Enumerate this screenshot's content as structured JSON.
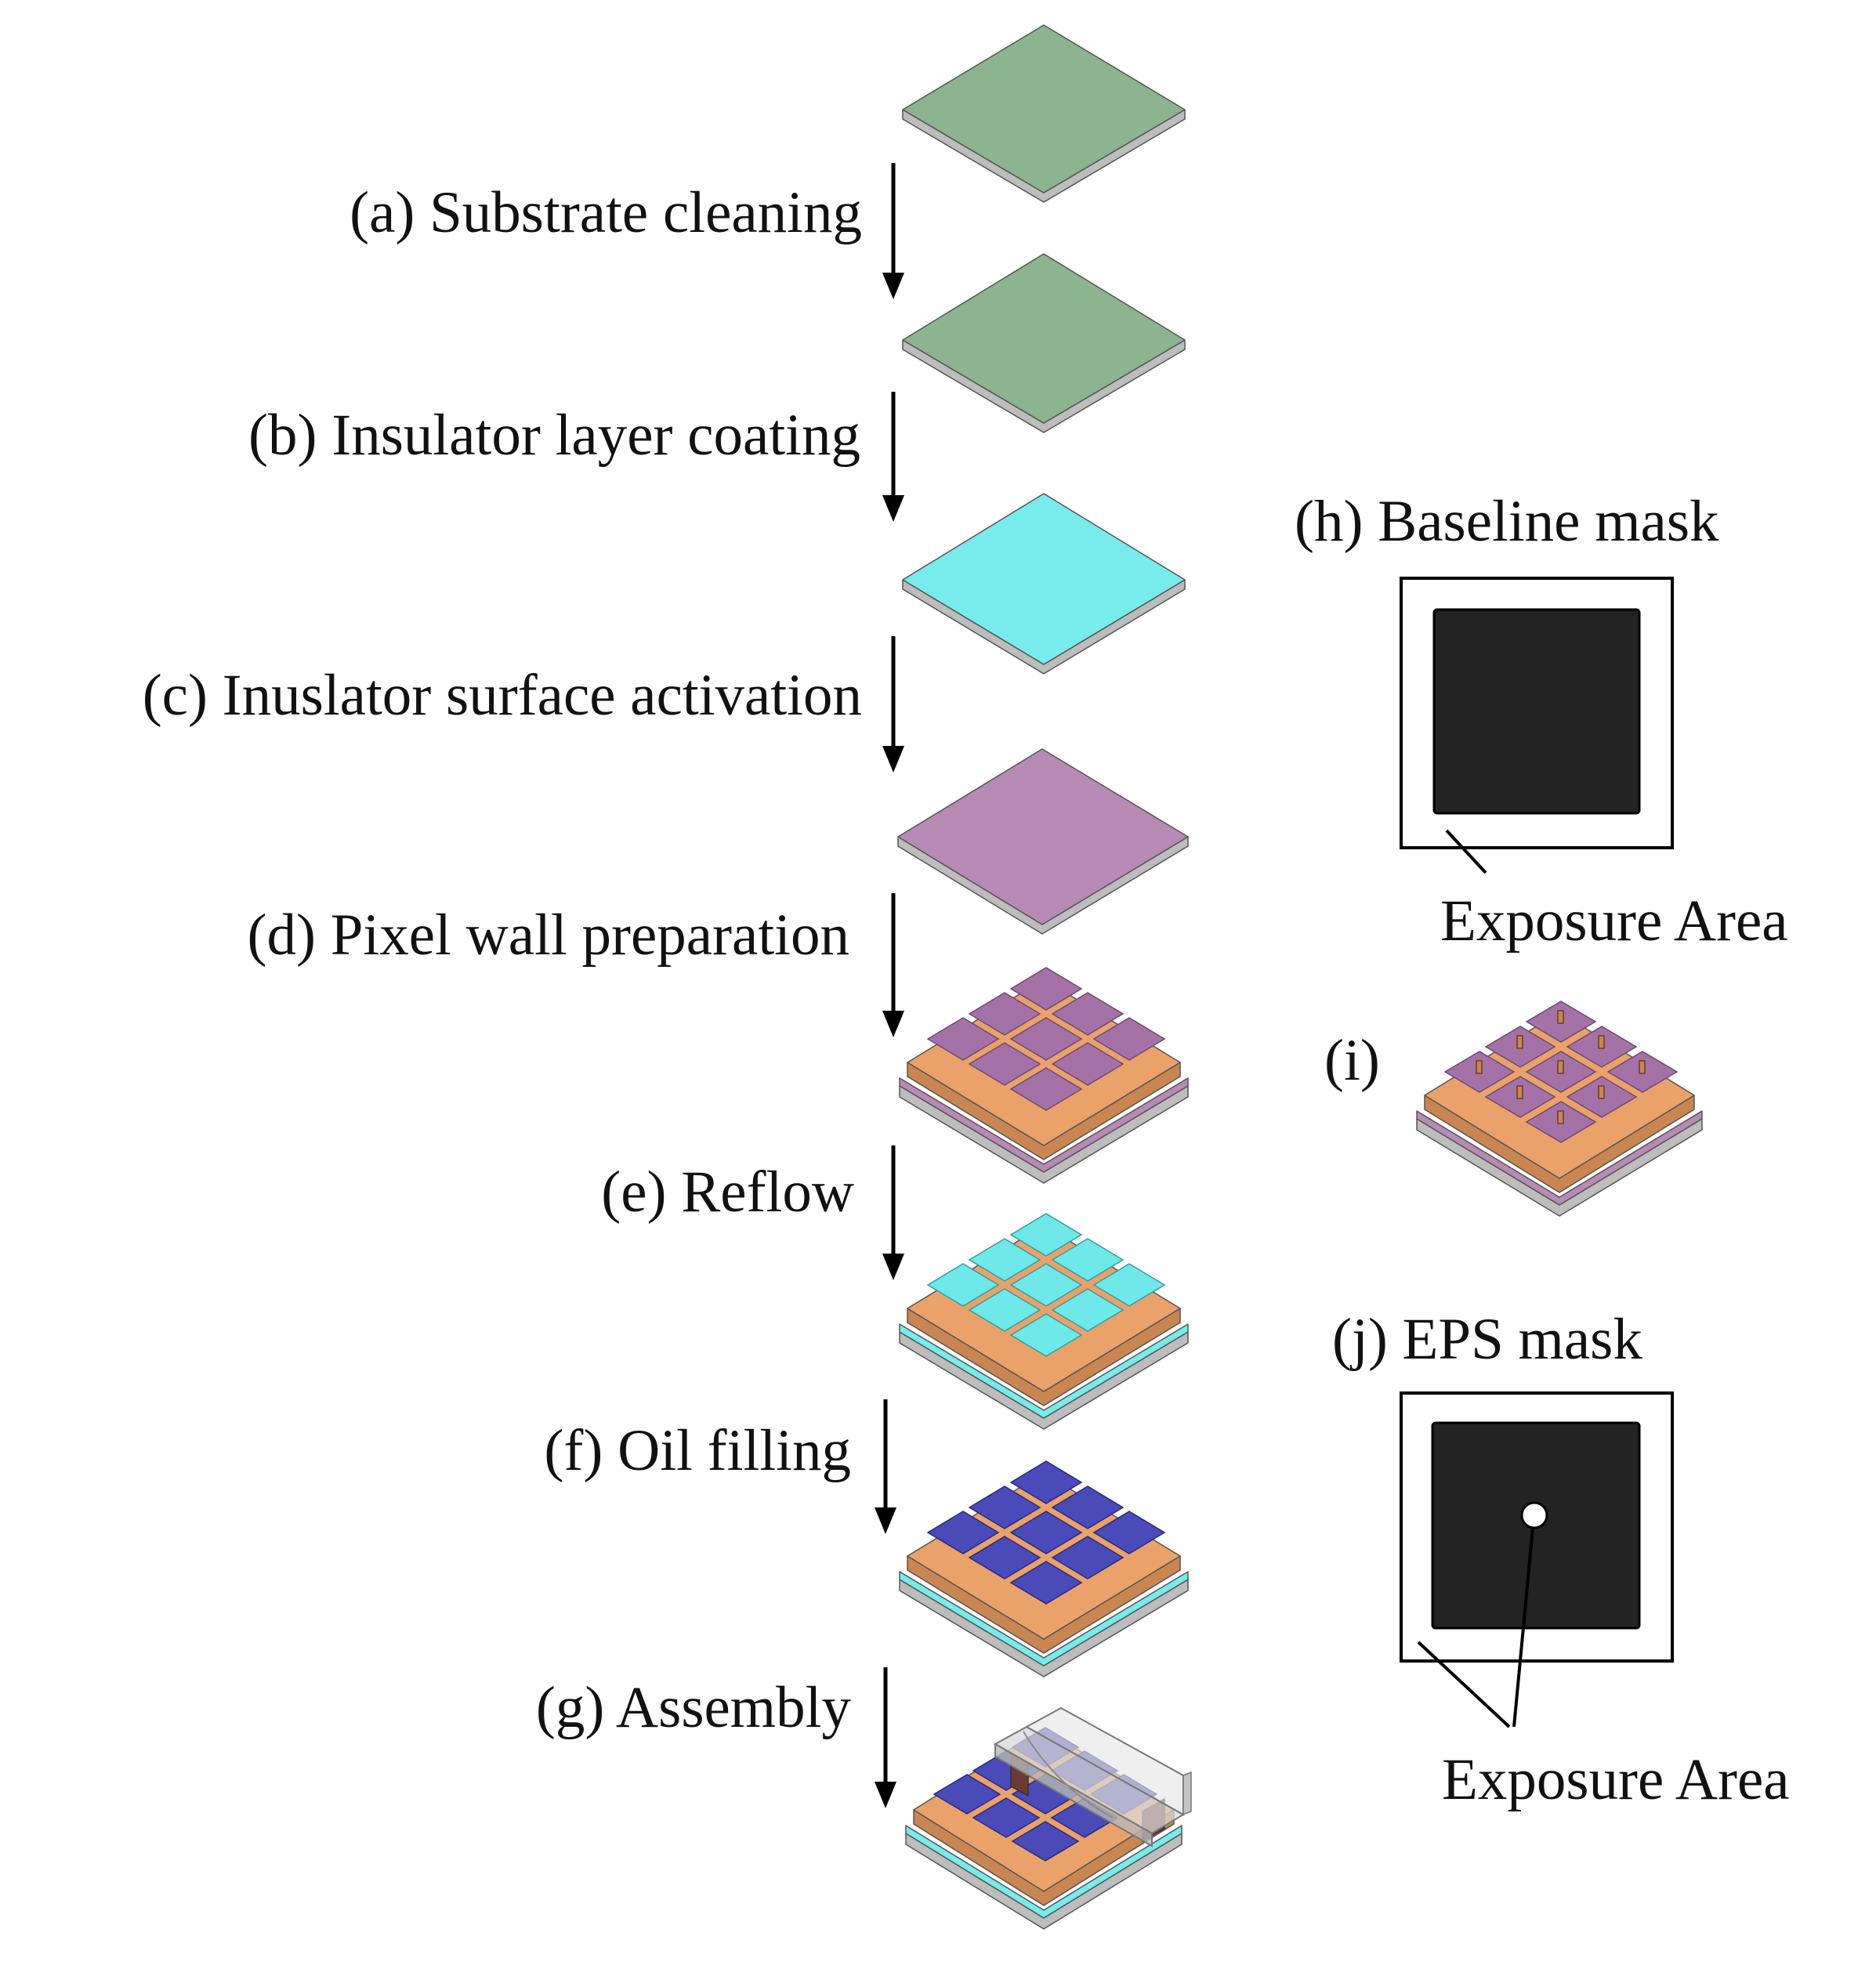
{
  "steps": [
    {
      "id": "a",
      "label": "(a) Substrate cleaning"
    },
    {
      "id": "b",
      "label": "(b) Insulator layer coating"
    },
    {
      "id": "c",
      "label": "(c) Inuslator surface activation"
    },
    {
      "id": "d",
      "label": "(d) Pixel wall preparation"
    },
    {
      "id": "e",
      "label": "(e) Reflow"
    },
    {
      "id": "f",
      "label": "(f) Oil filling"
    },
    {
      "id": "g",
      "label": "(g) Assembly"
    }
  ],
  "side": {
    "h_label": "(h) Baseline mask",
    "h_exposure": "Exposure Area",
    "i_label": "(i)",
    "j_label": "(j) EPS mask",
    "j_exposure": "Exposure Area"
  },
  "colors": {
    "substrate_green": "#8cb48f",
    "insulator_cyan": "#78ecec",
    "activated_purple": "#b88ab6",
    "pixel_wall_orange": "#eaa26a",
    "oil_blue": "#4a4ab8",
    "mask_black": "#232323",
    "glass_gray": "#c8c8c8"
  }
}
